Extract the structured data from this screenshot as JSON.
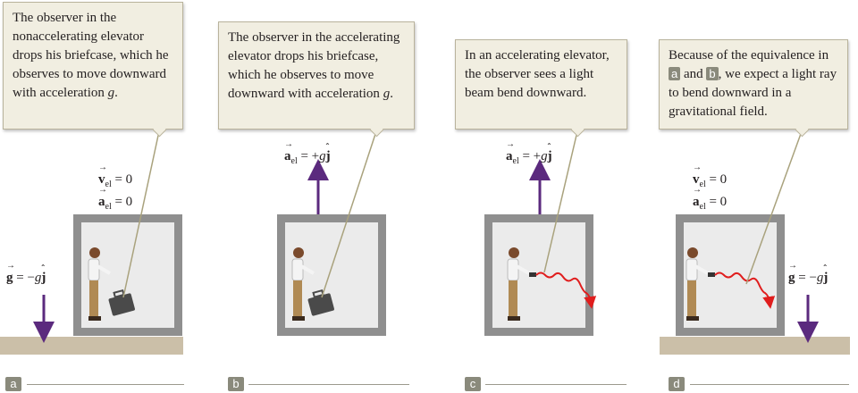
{
  "panels": [
    {
      "label": "a",
      "callout": "The observer in the nonaccelerating elevator drops his briefcase, which he observes to move downward with acceleration g.",
      "equations": [
        "v_el = 0",
        "a_el = 0"
      ],
      "gravity": "g = −g j"
    },
    {
      "label": "b",
      "callout": "The observer in the accelerating elevator drops his briefcase, which he observes to move downward with acceleration g.",
      "equations": [
        "a_el = +g j"
      ]
    },
    {
      "label": "c",
      "callout": "In an accelerating elevator, the observer sees a light beam bend downward.",
      "equations": [
        "a_el = +g j"
      ]
    },
    {
      "label": "d",
      "callout": "Because of the equivalence in a and b , we expect a light ray to bend downward in a gravitational field.",
      "equations": [
        "v_el = 0",
        "a_el = 0"
      ],
      "gravity": "g = −g j"
    }
  ],
  "text": {
    "a1": "The observer in the nonaccelerating elevator drops his briefcase, which he observes to move downward with acceleration",
    "b1": "The observer in the accelerating elevator drops his briefcase, which he observes to move downward with acceleration",
    "c1": "In an accelerating elevator, the observer sees a light beam bend downward.",
    "d1": "Because of the equivalence in",
    "d2": "and",
    "d3": ", we expect a light ray to bend downward in a gravitational field.",
    "g": "g",
    "period": ".",
    "tag_a": "a",
    "tag_b": "b",
    "tag_c": "c",
    "tag_d": "d",
    "eq_zero": "= 0",
    "eq_plus": "= +",
    "eq_minus": "= −",
    "v": "v",
    "a": "a",
    "el": "el",
    "j": "j"
  },
  "colors": {
    "elevator_frame": "#8f8f8f",
    "elevator_inside": "#ebebeb",
    "arrow": "#5b2a7e",
    "light": "#e01d1d",
    "ground": "#cbbfa8",
    "callout_bg": "#f1eee1",
    "label_tag": "#8a8a7c"
  }
}
